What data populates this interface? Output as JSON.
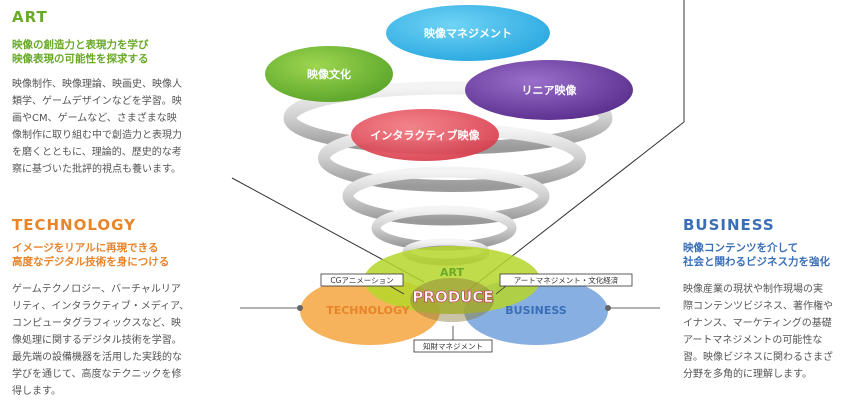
{
  "art": {
    "title": "ART",
    "subtitle": [
      "映像の創造力と表現力を学び",
      "映像表現の可能性を探求する"
    ],
    "body": [
      "映像制作、映像理論、映画史、映像人",
      "類学、ゲームデザインなどを学習。映",
      "画やCM、ゲームなど、さまざまな映",
      "像制作に取り組む中で創造力と表現力",
      "を磨くとともに、理論的、歴史的な考",
      "察に基づいた批評的視点も養います。"
    ]
  },
  "technology": {
    "title": "TECHNOLOGY",
    "subtitle": [
      "イメージをリアルに再現できる",
      "高度なデジタル技術を身につける"
    ],
    "body": [
      "ゲームテクノロジー、バーチャルリア",
      "リティ、インタラクティブ・メディア、",
      "コンピュータグラフィックスなど、映",
      "像処理に関するデジタル技術を学習。",
      "最先端の設備機器を活用した実践的な",
      "学びを通じて、高度なテクニックを修",
      "得します。"
    ]
  },
  "business": {
    "title": "BUSINESS",
    "subtitle": [
      "映像コンテンツを介して",
      "社会と関わるビジネス力を強化"
    ],
    "body": [
      "映像産業の現状や制作現場の実",
      "際コンテンツビジネス、著作権や",
      "イナンス、マーケティングの基礎",
      "アートマネジメントの可能性な",
      "習。映像ビジネスに関わるさまざ",
      "分野を多角的に理解します。"
    ]
  },
  "bubbles": {
    "management": "映像マネジメント",
    "culture": "映像文化",
    "linear": "リニア映像",
    "interactive": "インタラクティブ映像"
  },
  "venn": {
    "art": "ART",
    "technology": "TECHNOLOGY",
    "business": "BUSINESS",
    "produce": "PRODUCE"
  },
  "tags": {
    "cg": "CGアニメーション",
    "arts_management": "アートマネジメント・文化経済",
    "ip": "知財マネジメント"
  },
  "colors": {
    "art": "#6aaa2a",
    "technology": "#e8842a",
    "business": "#3a6fb8",
    "produce": "#c0245c",
    "management_bubble": "#3ab8e8",
    "culture_bubble": "#6eb62e",
    "linear_bubble": "#6a3c9c",
    "interactive_bubble": "#e04a5a"
  }
}
